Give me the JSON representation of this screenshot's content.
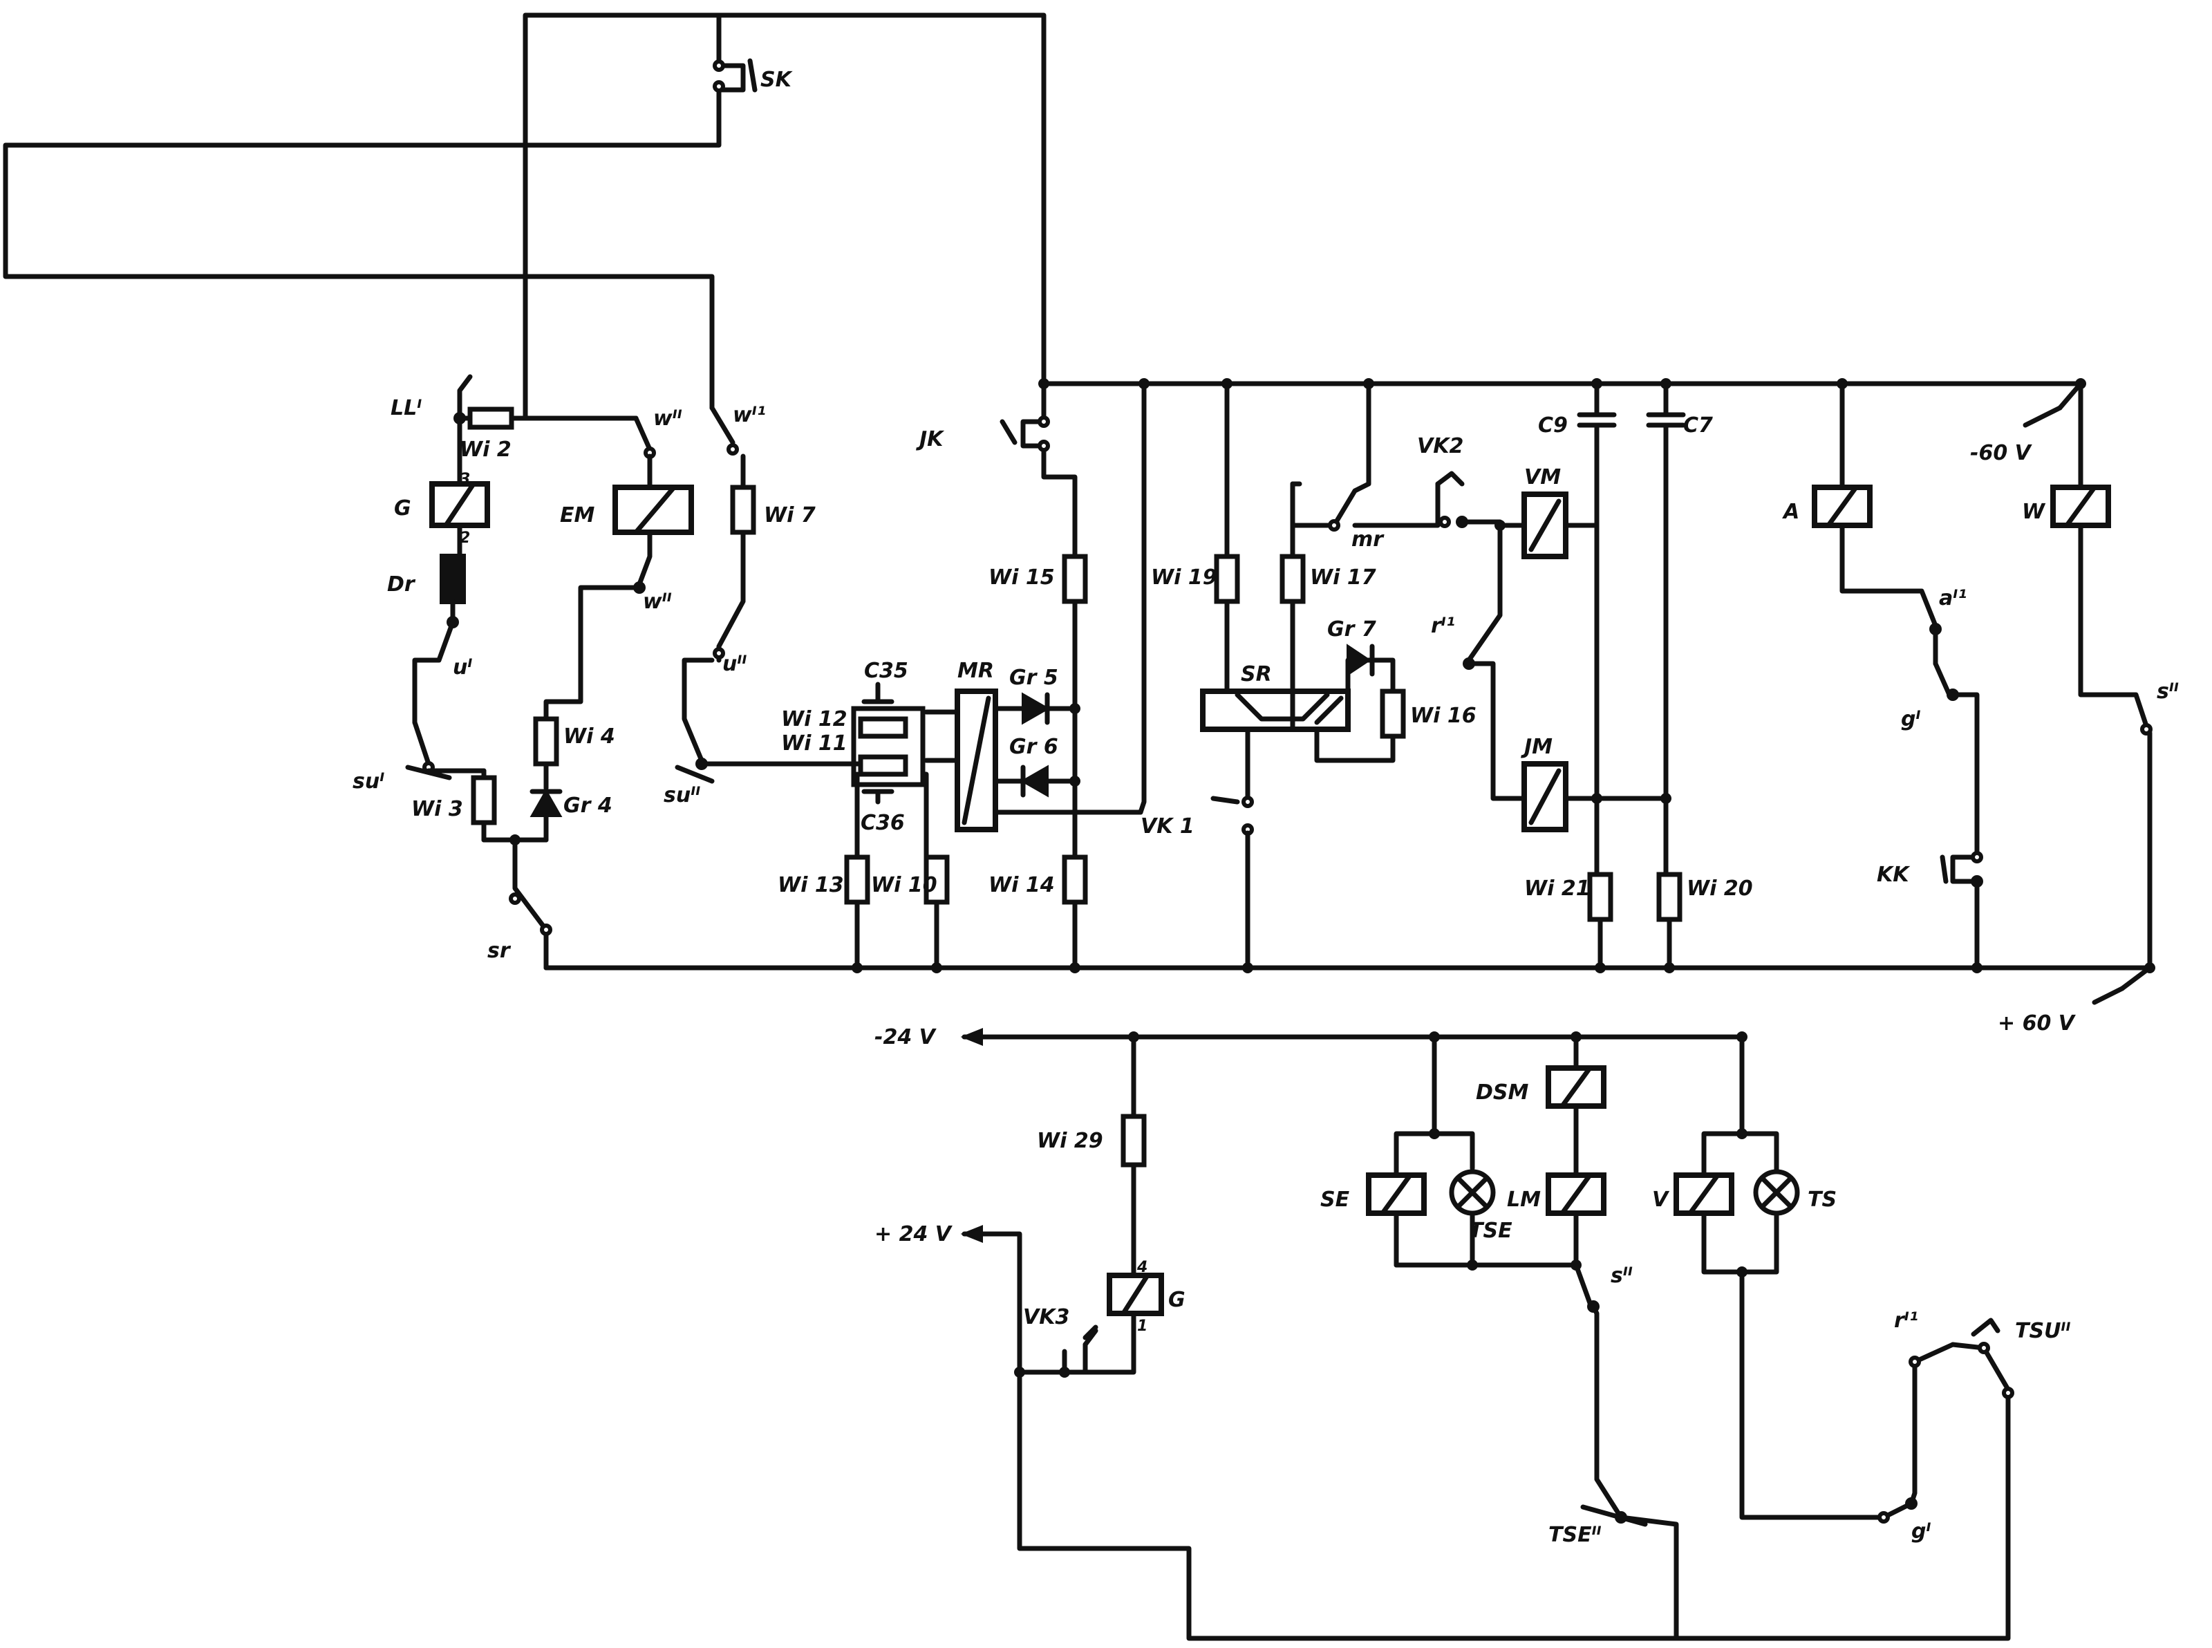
{
  "labels": {
    "sk": "SK",
    "jk": "JK",
    "vk1": "VK 1",
    "vk2": "VK2",
    "vk3": "VK3",
    "kk": "KK",
    "lli": "LLᴵ",
    "wi2": "Wi 2",
    "g_relay": "G",
    "dr": "Dr",
    "ui": "uᴵ",
    "sui": "suᴵ",
    "wi3": "Wi 3",
    "em": "EM",
    "wii": "wᴵᴵ",
    "wii_b": "wᴵᴵ",
    "wi4": "Wi 4",
    "gr4": "Gr 4",
    "wi1": "wᴵ¹",
    "wi7": "Wi 7",
    "uii": "uᴵᴵ",
    "suii": "suᴵᴵ",
    "sr_contact": "sr",
    "wi15": "Wi 15",
    "wi14": "Wi 14",
    "c35": "C35",
    "c36": "C36",
    "mr": "MR",
    "gr5": "Gr 5",
    "gr6": "Gr 6",
    "wi12": "Wi 12",
    "wi11": "Wi 11",
    "wi13": "Wi 13",
    "wi10": "Wi 10",
    "wi19": "Wi 19",
    "wi17": "Wi 17",
    "sr_relay": "SR",
    "gr7": "Gr 7",
    "wi16": "Wi 16",
    "mr_contact": "mr",
    "ri1": "rᴵ¹",
    "vm": "VM",
    "jm": "JM",
    "c9": "C9",
    "c7": "C7",
    "wi21": "Wi 21",
    "wi20": "Wi 20",
    "a_relay": "A",
    "ai1": "aᴵ¹",
    "gi": "gᴵ",
    "w_relay": "W",
    "sii": "sᴵᴵ",
    "minus60": "-60 V",
    "plus60": "+ 60 V",
    "minus24": "-24 V",
    "plus24": "+ 24 V",
    "wi29": "Wi 29",
    "g2_relay": "G",
    "pin4": "4",
    "pin1": "1",
    "pin3": "3",
    "pin2": "2",
    "dsm": "DSM",
    "se": "SE",
    "lm": "LM",
    "tse": "TSE",
    "v_relay": "V",
    "ts": "TS",
    "si2": "sᴵᴵ",
    "tseii": "TSEᴵᴵ",
    "ri1b": "rᴵ¹",
    "tsuii": "TSUᴵᴵ",
    "gi2": "gᴵ"
  }
}
